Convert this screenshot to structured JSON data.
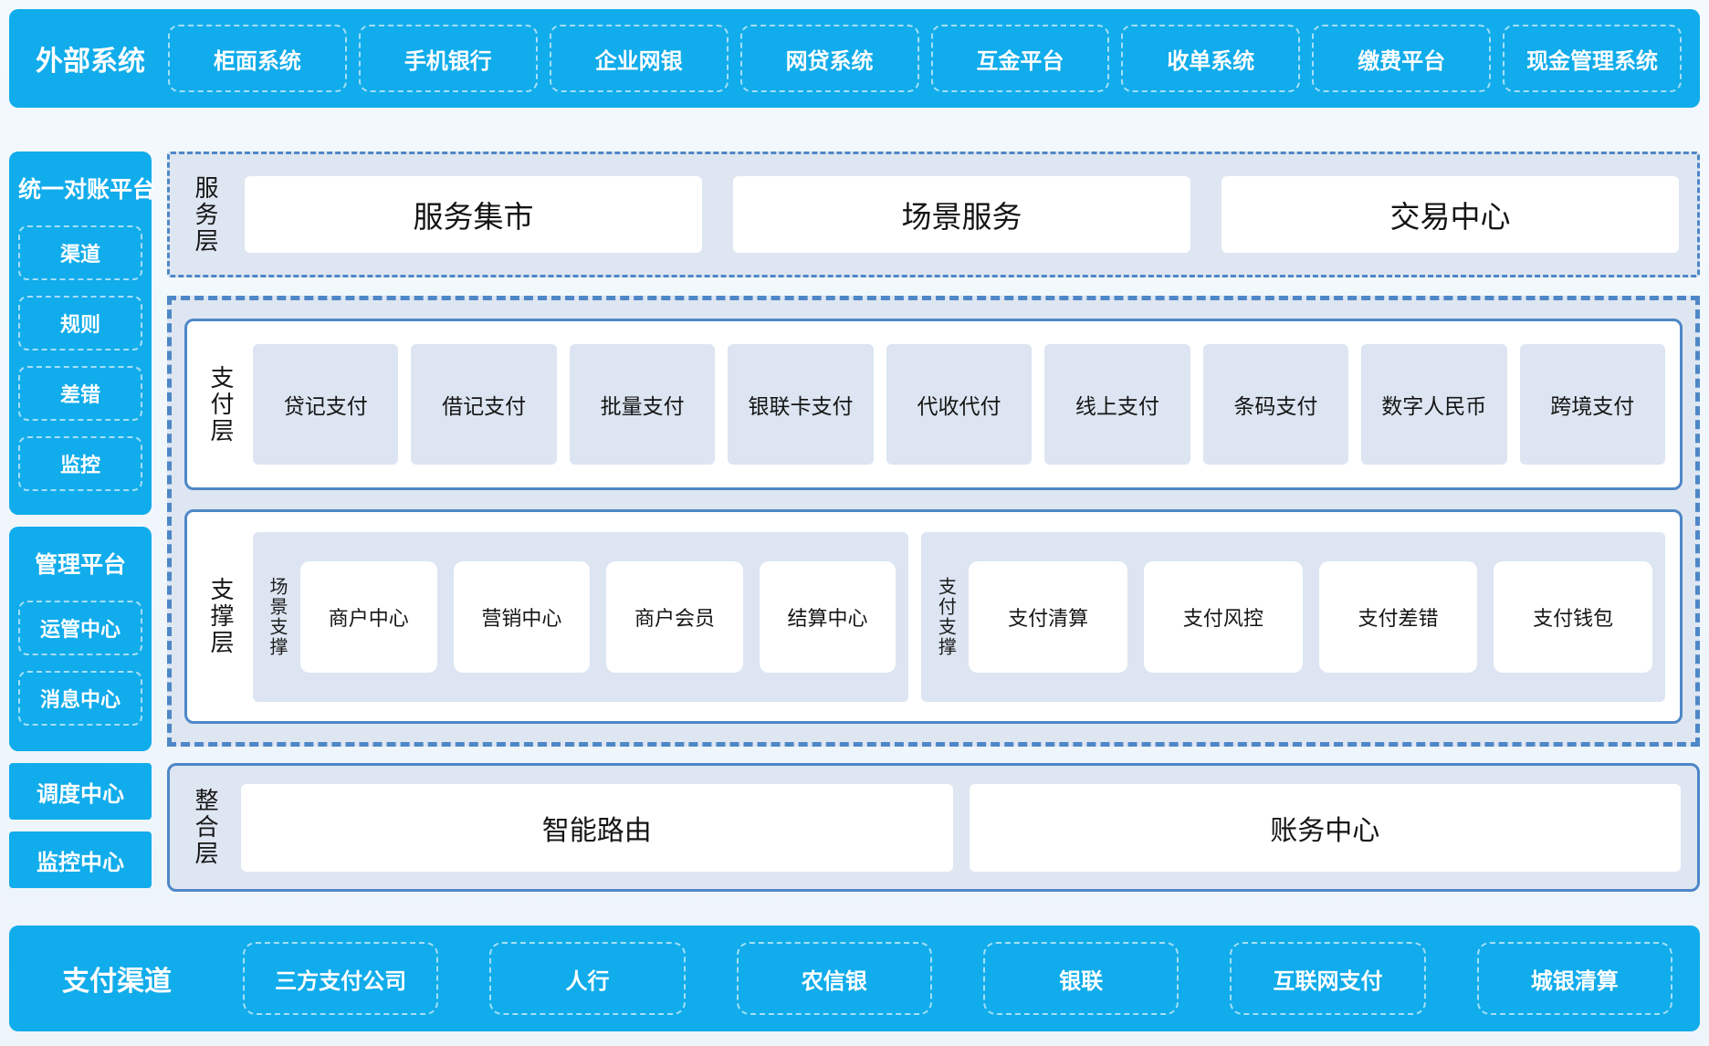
{
  "colors": {
    "cyan": "#11ACEB",
    "border_blue": "#4E87C7",
    "panel_fill": "#DEE6F2",
    "tile_fill": "#DCE5F1",
    "page_bg": "#EEF5FA",
    "text_dark": "#151515",
    "text_on_cyan": "#FFFFFF"
  },
  "top_band": {
    "title": "外部系统",
    "items": [
      "柜面系统",
      "手机银行",
      "企业网银",
      "网贷系统",
      "互金平台",
      "收单系统",
      "缴费平台",
      "现金管理系统"
    ]
  },
  "left_column": {
    "panels": [
      {
        "title": "统一对账平台",
        "items": [
          "渠道",
          "规则",
          "差错",
          "监控"
        ]
      },
      {
        "title": "管理平台",
        "items": [
          "运管中心",
          "消息中心"
        ]
      }
    ],
    "blocks": [
      "调度中心",
      "监控中心"
    ]
  },
  "layers": {
    "service": {
      "label": "服务层",
      "items": [
        "服务集市",
        "场景服务",
        "交易中心"
      ]
    },
    "payment": {
      "label": "支付层",
      "items": [
        "贷记支付",
        "借记支付",
        "批量支付",
        "银联卡支付",
        "代收代付",
        "线上支付",
        "条码支付",
        "数字人民币",
        "跨境支付"
      ]
    },
    "support": {
      "label": "支撑层",
      "groups": [
        {
          "label": "场景支撑",
          "items": [
            "商户中心",
            "营销中心",
            "商户会员",
            "结算中心"
          ]
        },
        {
          "label": "支付支撑",
          "items": [
            "支付清算",
            "支付风控",
            "支付差错",
            "支付钱包"
          ]
        }
      ]
    },
    "integration": {
      "label": "整合层",
      "items": [
        "智能路由",
        "账务中心"
      ]
    }
  },
  "bottom_band": {
    "title": "支付渠道",
    "items": [
      "三方支付公司",
      "人行",
      "农信银",
      "银联",
      "互联网支付",
      "城银清算"
    ]
  }
}
